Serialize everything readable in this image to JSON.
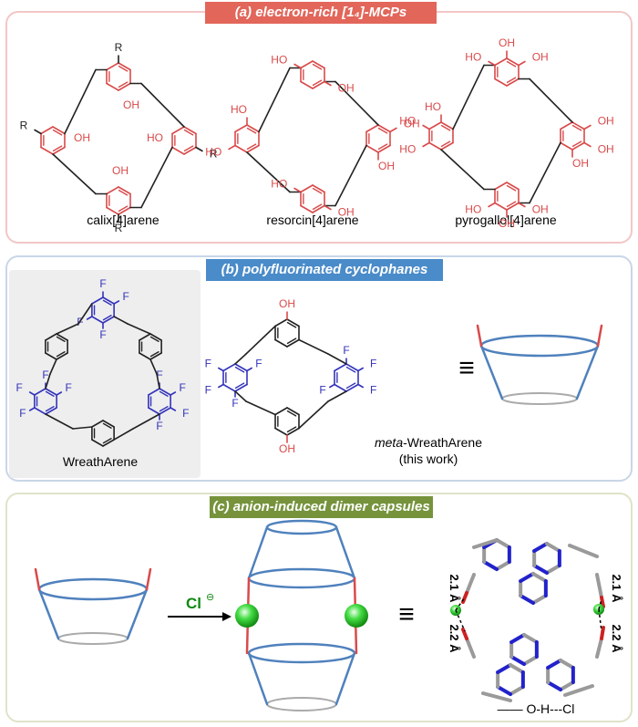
{
  "panel_a": {
    "title": "(a) electron-rich [1₄]-MCPs",
    "compounds": [
      "calix[4]arene",
      "resorcin[4]arene",
      "pyrogallol[4]arene"
    ]
  },
  "panel_b": {
    "title": "(b) polyfluorinated cyclophanes",
    "wreath_label": "WreathArene",
    "meta_prefix": "meta",
    "meta_suffix": "-WreathArene",
    "meta_note": "(this work)",
    "equiv": "≡"
  },
  "panel_c": {
    "title": "(c) anion-induced dimer capsules",
    "anion": "Cl",
    "anion_charge": "⊖",
    "distances": [
      "2.1 Å",
      "2.2 Å",
      "2.1 Å",
      "2.2 Å"
    ],
    "legend": "O-H---Cl",
    "equiv": "≡"
  },
  "atoms": {
    "R": "R",
    "OH": "OH",
    "HO": "HO",
    "F": "F"
  },
  "colors": {
    "red": "#d94a4a",
    "blue": "#3333bb",
    "cup": "#4f81bd",
    "sphere": "#33cc33",
    "black": "#222222"
  }
}
